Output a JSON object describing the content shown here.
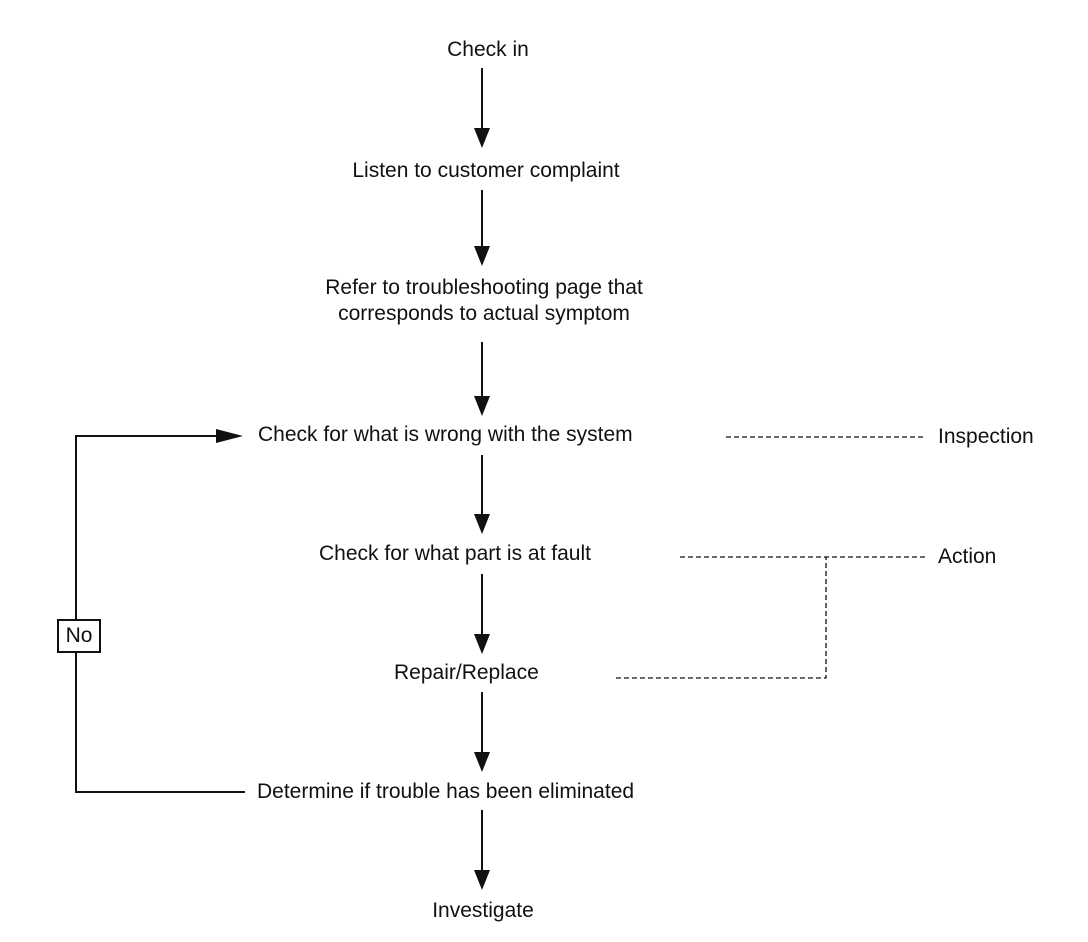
{
  "flow": {
    "steps": [
      "Check in",
      "Listen to customer complaint",
      "Refer to troubleshooting page that",
      "corresponds to actual symptom",
      "Check for what is wrong with the system",
      "Check for what part is at fault",
      "Repair/Replace",
      "Determine if trouble has been eliminated",
      "Investigate"
    ],
    "side_labels": [
      "Inspection",
      "Action"
    ],
    "loop_label": "No"
  }
}
